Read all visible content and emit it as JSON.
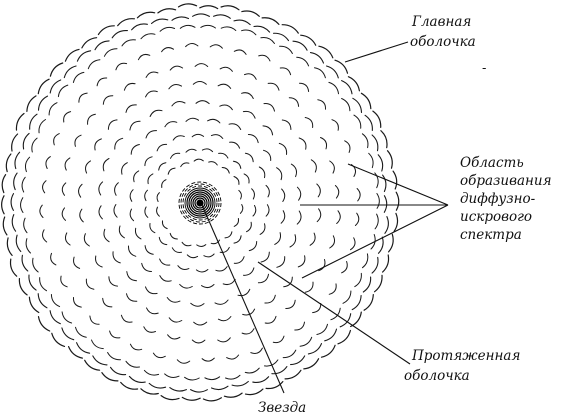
{
  "figure": {
    "labels": {
      "main_shell_line1": "Главная",
      "main_shell_line2": "оболочка",
      "region_line1": "Область",
      "region_line2": "образивания",
      "region_line3": "диффузно-",
      "region_line4": "искрового",
      "region_line5": "спектра",
      "extended_shell_line1": "Протяженная",
      "extended_shell_line2": "оболочка",
      "star": "Звезда"
    }
  }
}
